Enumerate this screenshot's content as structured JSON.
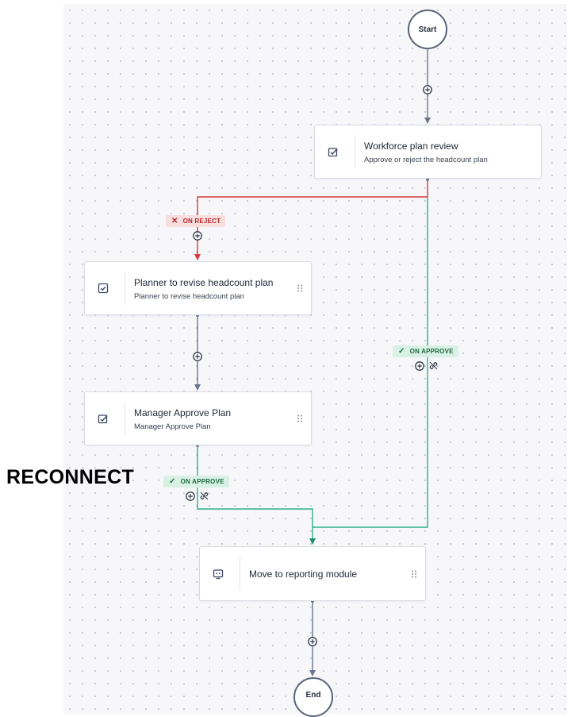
{
  "start_label": "Start",
  "end_label": "End",
  "annotation": "RECONNECT",
  "nodes": {
    "workforce_review": {
      "title": "Workforce plan review",
      "subtitle": "Approve or reject the headcount plan",
      "icon": "approval-icon"
    },
    "planner_revise": {
      "title": "Planner to revise headcount plan",
      "subtitle": "Planner to revise headcount plan",
      "icon": "task-check-icon"
    },
    "manager_approve": {
      "title": "Manager Approve Plan",
      "subtitle": "Manager Approve Plan",
      "icon": "approval-icon"
    },
    "move_reporting": {
      "title": "Move to reporting module",
      "icon": "system-action-icon"
    }
  },
  "branches": {
    "on_reject": "ON REJECT",
    "on_approve_main": "ON APPROVE",
    "on_approve_manager": "ON APPROVE"
  },
  "colors": {
    "connector": "#6b7391",
    "reject": "#d8383b",
    "approve": "#2bb088"
  }
}
